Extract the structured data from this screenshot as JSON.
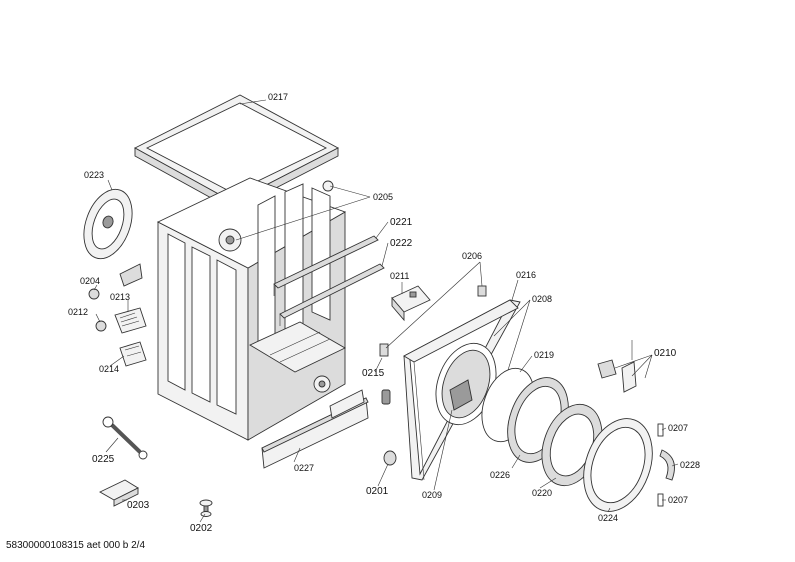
{
  "labels": {
    "p0217": "0217",
    "p0223": "0223",
    "p0205": "0205",
    "p0221": "0221",
    "p0222": "0222",
    "p0204": "0204",
    "p0212": "0212",
    "p0213": "0213",
    "p0214": "0214",
    "p0211": "0211",
    "p0206": "0206",
    "p0216": "0216",
    "p0208": "0208",
    "p0215": "0215",
    "p0219": "0219",
    "p0210": "0210",
    "p0207a": "0207",
    "p0207b": "0207",
    "p0228": "0228",
    "p0226": "0226",
    "p0220": "0220",
    "p0224": "0224",
    "p0209": "0209",
    "p0201": "0201",
    "p0227": "0227",
    "p0225": "0225",
    "p0203": "0203",
    "p0202": "0202"
  },
  "footer": "58300000108315 aet 000 b 2/4"
}
